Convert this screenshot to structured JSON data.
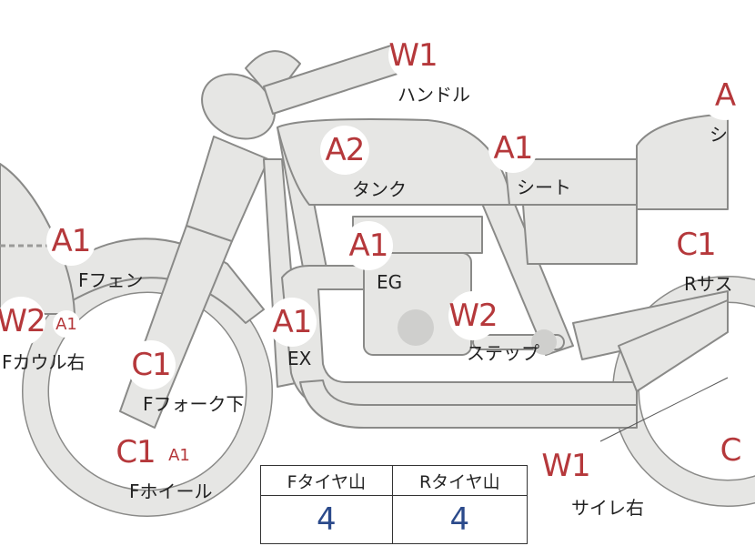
{
  "colors": {
    "body_fill": "#e6e6e4",
    "body_stroke": "#8a8a88",
    "grade": "#b5383b",
    "value": "#2b4a8b"
  },
  "badges": [
    {
      "grade": "W1",
      "size": "big"
    },
    {
      "grade": "A2",
      "size": "big"
    },
    {
      "grade": "A1",
      "size": "big"
    },
    {
      "grade": "A1",
      "size": "big"
    },
    {
      "grade": "A1",
      "size": "big"
    },
    {
      "grade": "W2",
      "size": "big"
    },
    {
      "grade": "A1",
      "size": "small"
    },
    {
      "grade": "C1",
      "size": "big"
    },
    {
      "grade": "A1",
      "size": "big"
    },
    {
      "grade": "W2",
      "size": "big"
    },
    {
      "grade": "C1",
      "size": "big"
    },
    {
      "grade": "A1",
      "size": "small"
    },
    {
      "grade": "W1",
      "size": "big"
    },
    {
      "grade": "C1",
      "size": "big"
    },
    {
      "grade": "A",
      "size": "big"
    },
    {
      "grade": "C",
      "size": "big"
    }
  ],
  "labels": [
    "ハンドル",
    "タンク",
    "シート",
    "Fフェン",
    "EG",
    "Fカウル右",
    "EX",
    "ステップ",
    "Fフォーク下",
    "Fホイール",
    "サイレ右",
    "Rサス",
    "シ"
  ],
  "table": {
    "headers": [
      "Fタイヤ山",
      "Rタイヤ山"
    ],
    "values": [
      "4",
      "4"
    ]
  }
}
